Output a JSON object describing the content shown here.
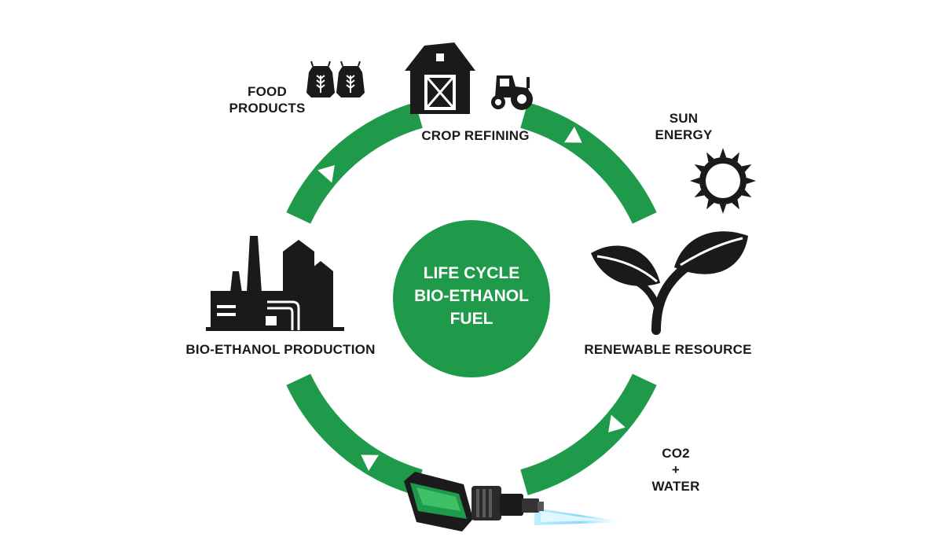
{
  "center": {
    "lines": [
      "LIFE CYCLE",
      "BIO-ETHANOL",
      "FUEL"
    ]
  },
  "stages": {
    "crop_refining": "CROP REFINING",
    "renewable_resource": "RENEWABLE RESOURCE",
    "bio_ethanol_production": "BIO-ETHANOL PRODUCTION"
  },
  "inputs": {
    "food_products": [
      "FOOD",
      "PRODUCTS"
    ],
    "sun_energy": [
      "SUN",
      "ENERGY"
    ],
    "co2_water": [
      "CO2",
      "+",
      "WATER"
    ]
  },
  "icons": {
    "crop_refining": [
      "barn-icon",
      "tractor-icon"
    ],
    "food_products": "grain-sack-icon",
    "sun_energy": "sun-icon",
    "renewable_resource": "sprout-icon",
    "fuel_burner": "burner-icon",
    "bio_ethanol_production": "factory-icon"
  },
  "colors": {
    "accent": "#1f9a4a",
    "icon": "#1a1a1a",
    "flame": "#7fd3ff"
  }
}
